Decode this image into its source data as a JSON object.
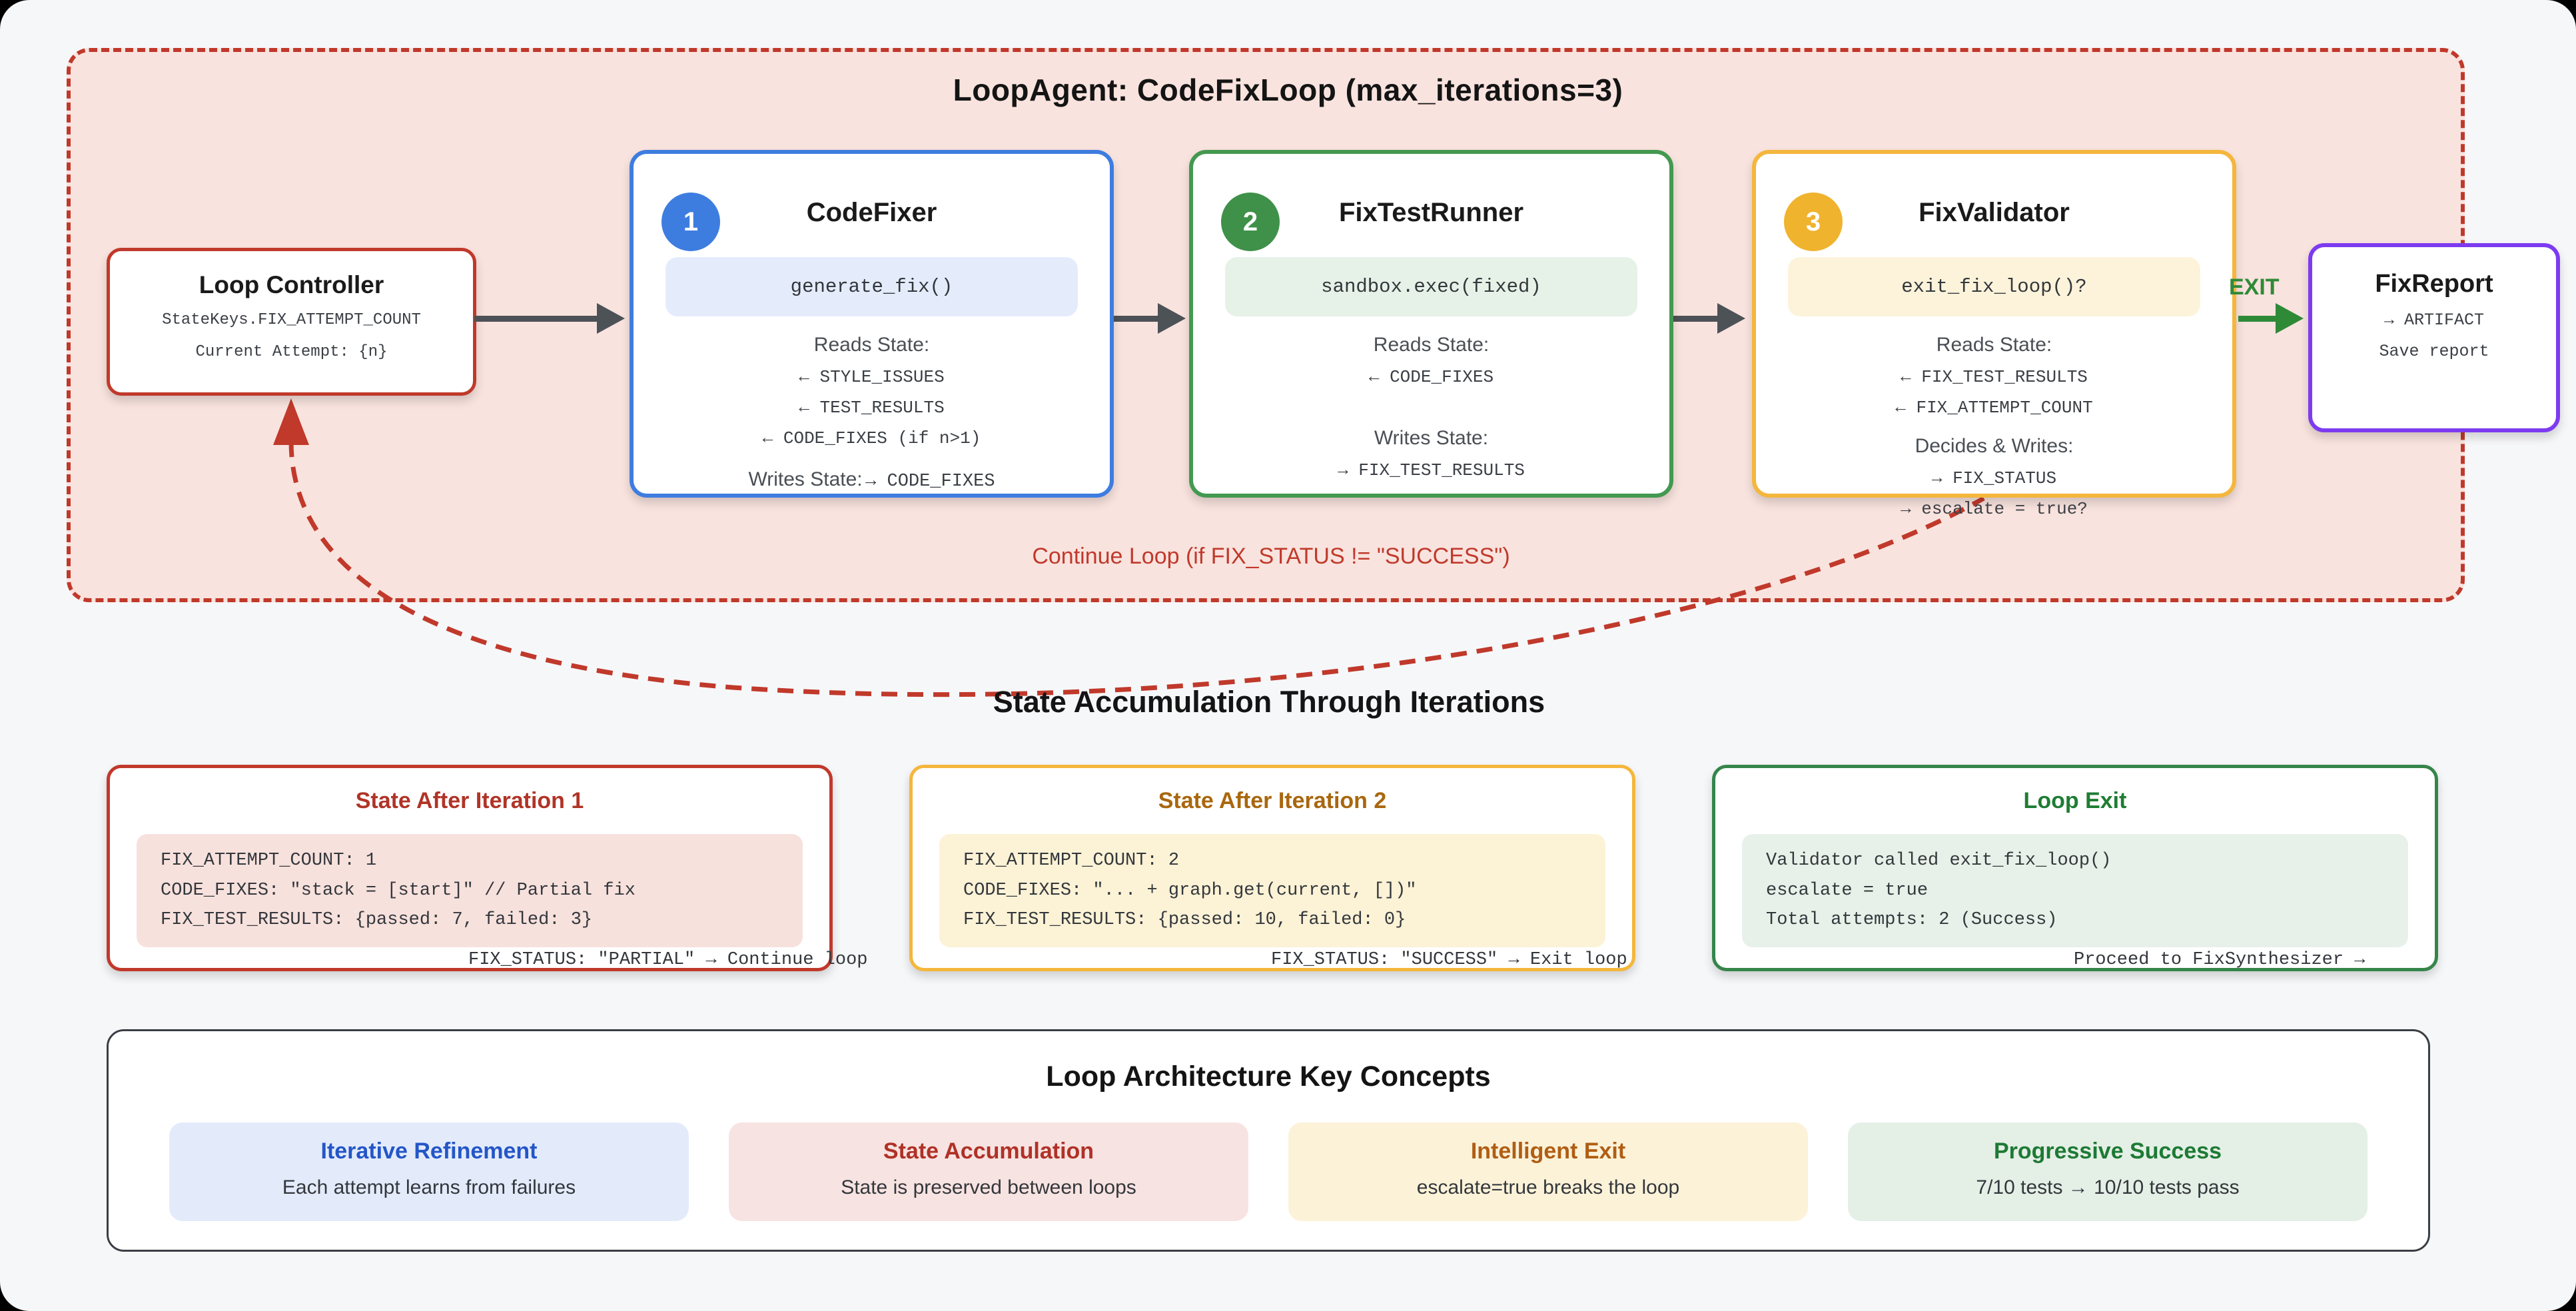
{
  "colors": {
    "loop_border": "#c0392b",
    "loop_bg": "#f9e3de",
    "blue": "#3e7de0",
    "green": "#43994f",
    "amber": "#f0b32e",
    "purple": "#7d3bf0",
    "exit_green": "#2f8a38",
    "arrow_gray": "#4d5257"
  },
  "loop": {
    "title": "LoopAgent: CodeFixLoop (max_iterations=3)",
    "continue_label": "Continue Loop (if FIX_STATUS != \"SUCCESS\")",
    "exit_label": "EXIT"
  },
  "controller": {
    "title": "Loop Controller",
    "lines": [
      "StateKeys.FIX_ATTEMPT_COUNT",
      "Current Attempt: {n}"
    ]
  },
  "agents": [
    {
      "badge": "1",
      "name": "CodeFixer",
      "method": "generate_fix()",
      "reads_label": "Reads State:",
      "reads": [
        "← STYLE_ISSUES",
        "← TEST_RESULTS",
        "← CODE_FIXES (if n>1)"
      ],
      "writes_label": "Writes State:",
      "writes_inline": "→ CODE_FIXES"
    },
    {
      "badge": "2",
      "name": "FixTestRunner",
      "method": "sandbox.exec(fixed)",
      "reads_label": "Reads State:",
      "reads": [
        "← CODE_FIXES"
      ],
      "writes_label": "Writes State:",
      "writes": [
        "→ FIX_TEST_RESULTS"
      ]
    },
    {
      "badge": "3",
      "name": "FixValidator",
      "method": "exit_fix_loop()?",
      "reads_label": "Reads State:",
      "reads": [
        "← FIX_TEST_RESULTS",
        "← FIX_ATTEMPT_COUNT"
      ],
      "writes_label": "Decides & Writes:",
      "writes": [
        "→ FIX_STATUS",
        "→ escalate = true?"
      ]
    }
  ],
  "report": {
    "title": "FixReport",
    "lines": [
      "→ ARTIFACT",
      "Save report"
    ]
  },
  "states": {
    "heading": "State Accumulation Through Iterations",
    "boxes": [
      {
        "title": "State After Iteration 1",
        "code": [
          "FIX_ATTEMPT_COUNT: 1",
          "CODE_FIXES: \"stack = [start]\" // Partial fix",
          "FIX_TEST_RESULTS: {passed: 7, failed: 3}"
        ],
        "overflow": "FIX_STATUS: \"PARTIAL\" → Continue loop"
      },
      {
        "title": "State After Iteration 2",
        "code": [
          "FIX_ATTEMPT_COUNT: 2",
          "CODE_FIXES: \"... + graph.get(current, [])\"",
          "FIX_TEST_RESULTS: {passed: 10, failed: 0}"
        ],
        "overflow": "FIX_STATUS: \"SUCCESS\" → Exit loop"
      },
      {
        "title": "Loop Exit",
        "code": [
          "Validator called exit_fix_loop()",
          "escalate = true",
          "Total attempts: 2 (Success)"
        ],
        "overflow": "Proceed to FixSynthesizer →"
      }
    ]
  },
  "concepts": {
    "heading": "Loop Architecture Key Concepts",
    "cards": [
      {
        "title": "Iterative Refinement",
        "desc": "Each attempt learns from failures"
      },
      {
        "title": "State Accumulation",
        "desc": "State is preserved between loops"
      },
      {
        "title": "Intelligent Exit",
        "desc": "escalate=true breaks the loop"
      },
      {
        "title": "Progressive Success",
        "desc": "7/10 tests → 10/10 tests pass"
      }
    ]
  }
}
